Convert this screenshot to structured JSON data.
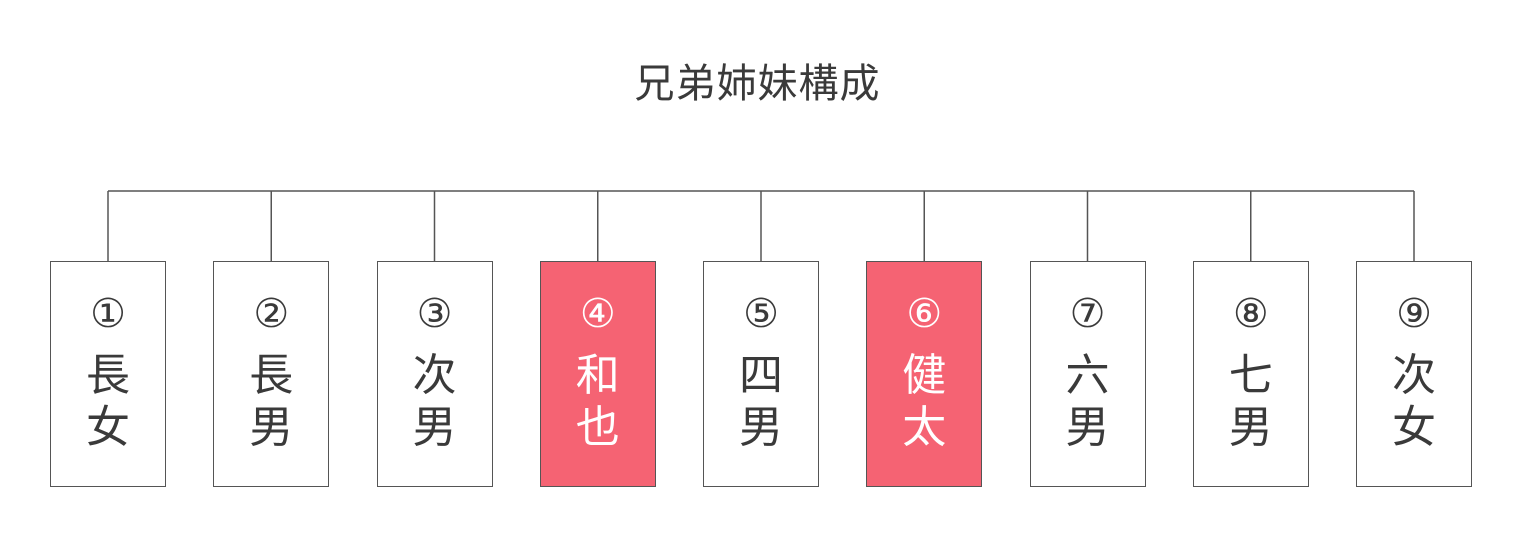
{
  "diagram": {
    "title": "兄弟姉妹構成",
    "highlight_color": "#f56373",
    "siblings": [
      {
        "number": "①",
        "name_line1": "長",
        "name_line2": "女",
        "highlighted": false
      },
      {
        "number": "②",
        "name_line1": "長",
        "name_line2": "男",
        "highlighted": false
      },
      {
        "number": "③",
        "name_line1": "次",
        "name_line2": "男",
        "highlighted": false
      },
      {
        "number": "④",
        "name_line1": "和",
        "name_line2": "也",
        "highlighted": true
      },
      {
        "number": "⑤",
        "name_line1": "四",
        "name_line2": "男",
        "highlighted": false
      },
      {
        "number": "⑥",
        "name_line1": "健",
        "name_line2": "太",
        "highlighted": true
      },
      {
        "number": "⑦",
        "name_line1": "六",
        "name_line2": "男",
        "highlighted": false
      },
      {
        "number": "⑧",
        "name_line1": "七",
        "name_line2": "男",
        "highlighted": false
      },
      {
        "number": "⑨",
        "name_line1": "次",
        "name_line2": "女",
        "highlighted": false
      }
    ]
  }
}
